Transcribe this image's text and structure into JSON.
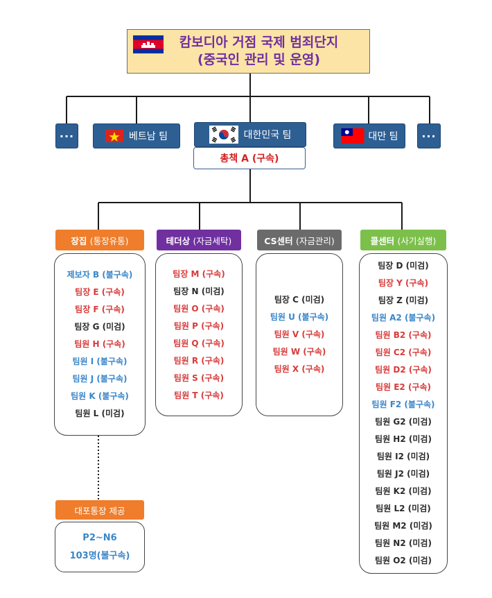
{
  "top": {
    "line1": "캄보디아 거점 국제 범죄단지",
    "line2": "(중국인 관리 및 운영)"
  },
  "teams": [
    {
      "label": "···",
      "flag": null
    },
    {
      "label": "베트남 팀",
      "flag": "vietnam"
    },
    {
      "label": "대한민국 팀",
      "flag": "korea"
    },
    {
      "label": "대만 팀",
      "flag": "taiwan"
    },
    {
      "label": "···",
      "flag": null
    }
  ],
  "chief": "총책 A (구속)",
  "departments": [
    {
      "name": "장집",
      "sub": "(통장유통)",
      "color": "#ef7d2b",
      "members": [
        {
          "text": "제보자 B (불구속)",
          "status": "blue"
        },
        {
          "text": "팀장 E (구속)",
          "status": "red"
        },
        {
          "text": "팀장 F (구속)",
          "status": "red"
        },
        {
          "text": "팀장 G (미검)",
          "status": "black"
        },
        {
          "text": "팀원 H (구속)",
          "status": "red"
        },
        {
          "text": "팀원 I (불구속)",
          "status": "blue"
        },
        {
          "text": "팀원 J (불구속)",
          "status": "blue"
        },
        {
          "text": "팀원 K (불구속)",
          "status": "blue"
        },
        {
          "text": "팀원 L (미검)",
          "status": "black"
        }
      ]
    },
    {
      "name": "테더상",
      "sub": "(자금세탁)",
      "color": "#7030a0",
      "members": [
        {
          "text": "팀장 M (구속)",
          "status": "red"
        },
        {
          "text": "팀장 N (미검)",
          "status": "black"
        },
        {
          "text": "팀원 O (구속)",
          "status": "red"
        },
        {
          "text": "팀원 P (구속)",
          "status": "red"
        },
        {
          "text": "팀원 Q (구속)",
          "status": "red"
        },
        {
          "text": "팀원 R (구속)",
          "status": "red"
        },
        {
          "text": "팀원 S (구속)",
          "status": "red"
        },
        {
          "text": "팀원 T (구속)",
          "status": "red"
        }
      ]
    },
    {
      "name": "CS센터",
      "sub": "(자금관리)",
      "color": "#6b6b6b",
      "members": [
        {
          "text": "팀장 C (미검)",
          "status": "black"
        },
        {
          "text": "팀원 U (불구속)",
          "status": "blue"
        },
        {
          "text": "팀원 V (구속)",
          "status": "red"
        },
        {
          "text": "팀원 W (구속)",
          "status": "red"
        },
        {
          "text": "팀원 X (구속)",
          "status": "red"
        }
      ]
    },
    {
      "name": "콜센터",
      "sub": "(사기실행)",
      "color": "#7cc04b",
      "members": [
        {
          "text": "팀장 D (미검)",
          "status": "black"
        },
        {
          "text": "팀장 Y (구속)",
          "status": "red"
        },
        {
          "text": "팀장 Z (미검)",
          "status": "black"
        },
        {
          "text": "팀원 A2 (불구속)",
          "status": "blue"
        },
        {
          "text": "팀원 B2 (구속)",
          "status": "red"
        },
        {
          "text": "팀원 C2 (구속)",
          "status": "red"
        },
        {
          "text": "팀원 D2 (구속)",
          "status": "red"
        },
        {
          "text": "팀원 E2 (구속)",
          "status": "red"
        },
        {
          "text": "팀원 F2 (불구속)",
          "status": "blue"
        },
        {
          "text": "팀원 G2 (미검)",
          "status": "black"
        },
        {
          "text": "팀원 H2 (미검)",
          "status": "black"
        },
        {
          "text": "팀원 I2 (미검)",
          "status": "black"
        },
        {
          "text": "팀원 J2 (미검)",
          "status": "black"
        },
        {
          "text": "팀원 K2 (미검)",
          "status": "black"
        },
        {
          "text": "팀원 L2 (미검)",
          "status": "black"
        },
        {
          "text": "팀원 M2 (미검)",
          "status": "black"
        },
        {
          "text": "팀원 N2 (미검)",
          "status": "black"
        },
        {
          "text": "팀원 O2 (미검)",
          "status": "black"
        }
      ]
    }
  ],
  "daepo": {
    "header": "대포통장 제공",
    "line1": "P2~N6",
    "line2": "103명(불구속)",
    "header_color": "#ef7d2b"
  },
  "colors": {
    "arrested": "#d83a3a",
    "not_detained": "#3a86c8",
    "not_caught": "#2b2b2b",
    "team_blue": "#2e5f93",
    "top_fill": "#fbe4a6"
  }
}
